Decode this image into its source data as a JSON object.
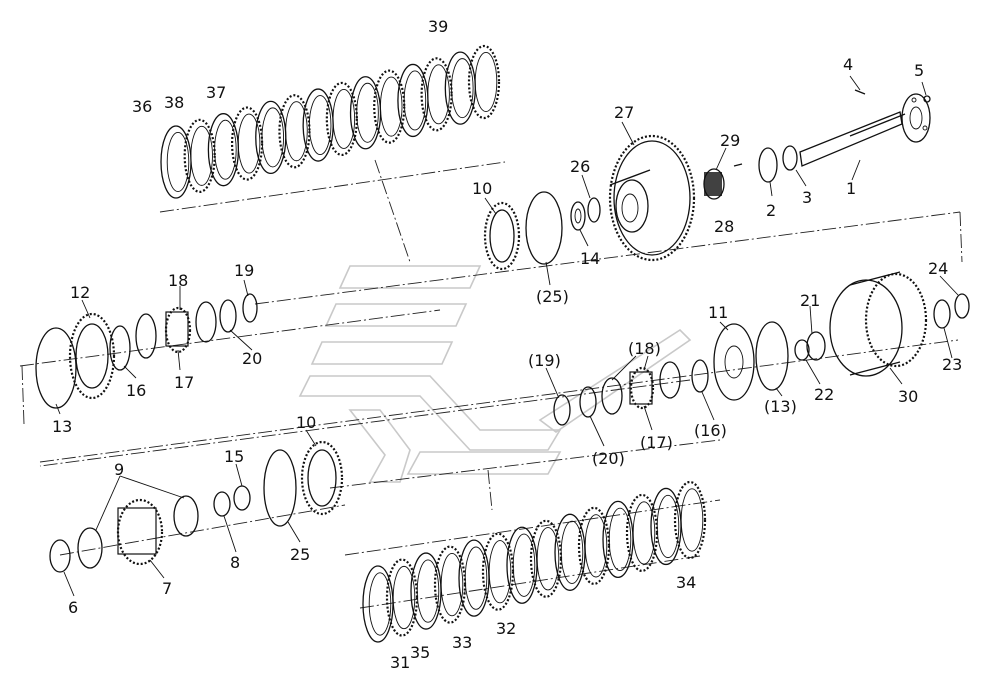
{
  "callouts": [
    "1",
    "2",
    "3",
    "4",
    "5",
    "6",
    "7",
    "8",
    "9",
    "10",
    "10",
    "11",
    "12",
    "13",
    "(13)",
    "14",
    "15",
    "16",
    "(16)",
    "17",
    "(17)",
    "18",
    "(18)",
    "19",
    "(19)",
    "20",
    "(20)",
    "21",
    "22",
    "23",
    "24",
    "25",
    "(25)",
    "26",
    "27",
    "28",
    "29",
    "30",
    "31",
    "32",
    "33",
    "34",
    "35",
    "36",
    "37",
    "38",
    "39"
  ],
  "colors": {
    "line": "#111111",
    "watermark": "#c9c9c9",
    "background": "#ffffff"
  },
  "icons": [
    "exploded-view-parts",
    "watermark-logo"
  ]
}
